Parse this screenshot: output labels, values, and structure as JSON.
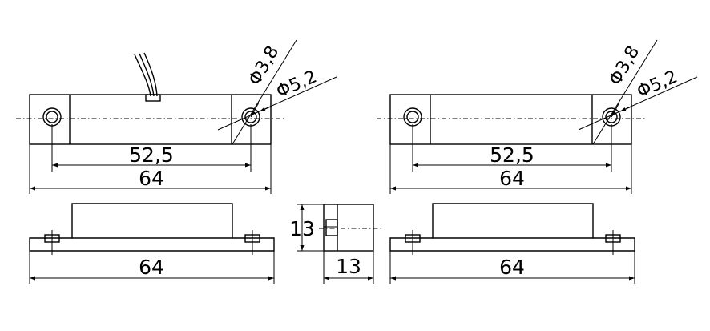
{
  "drawing": {
    "left_sensor": {
      "top_view": {
        "hole_diameter": "Φ3,8",
        "counterbore_diameter": "Φ5,2",
        "hole_spacing": "52,5",
        "overall_length": "64"
      },
      "side_view": {
        "overall_length": "64"
      },
      "end_view": {
        "height": "13",
        "width": "13"
      }
    },
    "right_magnet": {
      "top_view": {
        "hole_diameter": "Φ3,8",
        "counterbore_diameter": "Φ5,2",
        "hole_spacing": "52,5",
        "overall_length": "64"
      },
      "side_view": {
        "overall_length": "64"
      }
    }
  }
}
